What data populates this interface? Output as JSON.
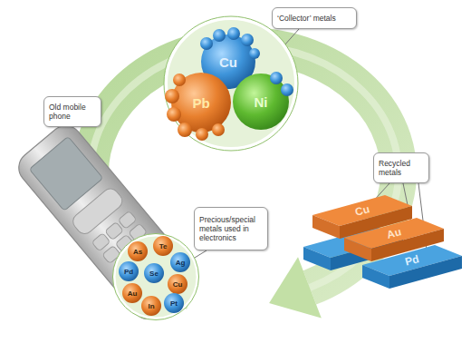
{
  "diagram": {
    "nodes": [
      {
        "text": [
          "‘Collector’ metals"
        ]
      },
      {
        "text": [
          "Cu"
        ]
      },
      {
        "text": [
          "Pb"
        ]
      },
      {
        "text": [
          "Ni"
        ]
      },
      {
        "text": [
          "Old mobile phone"
        ]
      },
      {
        "text": [
          "Recycled metals"
        ]
      },
      {
        "text": [
          "Cu"
        ]
      },
      {
        "text": [
          "Au"
        ]
      },
      {
        "text": [
          "Pd"
        ]
      },
      {
        "text": [
          "Precious/special metals used in electronics"
        ]
      },
      {
        "text": [
          "As"
        ]
      },
      {
        "text": [
          "Te"
        ]
      },
      {
        "text": [
          "Pd"
        ]
      },
      {
        "text": [
          "Ag"
        ]
      },
      {
        "text": [
          "Se"
        ]
      },
      {
        "text": [
          "Au"
        ]
      },
      {
        "text": [
          "Cu"
        ]
      },
      {
        "text": [
          "In"
        ]
      },
      {
        "text": [
          "Pt"
        ]
      }
    ]
  }
}
